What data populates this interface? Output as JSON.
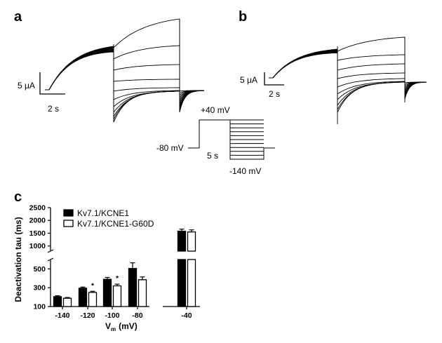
{
  "panels": {
    "a": {
      "letter": "a",
      "scale_current": "5 μA",
      "scale_time": "2 s"
    },
    "b": {
      "letter": "b",
      "scale_current": "5 μA",
      "scale_time": "2 s"
    },
    "protocol": {
      "top_label": "+40 mV",
      "left_label": "-80 mV",
      "duration_label": "5 s",
      "bottom_label": "-140 mV"
    },
    "c": {
      "letter": "c"
    }
  },
  "chart_data": {
    "type": "bar",
    "categories": [
      "-140",
      "-120",
      "-100",
      "-80",
      "-40"
    ],
    "xlabel_main": "V",
    "xlabel_sub": "m",
    "xlabel_unit": "(mV)",
    "ylabel": "Deactivation tau (ms)",
    "axis_break": true,
    "lower_segment": {
      "ylim": [
        100,
        600
      ],
      "ticks": [
        "100",
        "300",
        "500"
      ],
      "tick_values": [
        100,
        300,
        500
      ]
    },
    "upper_segment": {
      "ylim": [
        800,
        2500
      ],
      "ticks": [
        "1000",
        "1500",
        "2000",
        "2500"
      ],
      "tick_values": [
        1000,
        1500,
        2000,
        2500
      ]
    },
    "series": [
      {
        "name": "Kv7.1/KCNE1",
        "fill": "#000000",
        "values": [
          205,
          295,
          390,
          505,
          1580
        ],
        "errors": [
          10,
          12,
          20,
          60,
          80
        ]
      },
      {
        "name": "Kv7.1/KCNE1-G60D",
        "fill": "#ffffff",
        "values": [
          188,
          250,
          320,
          385,
          1550
        ],
        "errors": [
          8,
          12,
          18,
          30,
          80
        ]
      }
    ],
    "significance": [
      {
        "category": "-120",
        "series": 1,
        "label": "*"
      },
      {
        "category": "-100",
        "series": 1,
        "label": "*"
      }
    ]
  }
}
